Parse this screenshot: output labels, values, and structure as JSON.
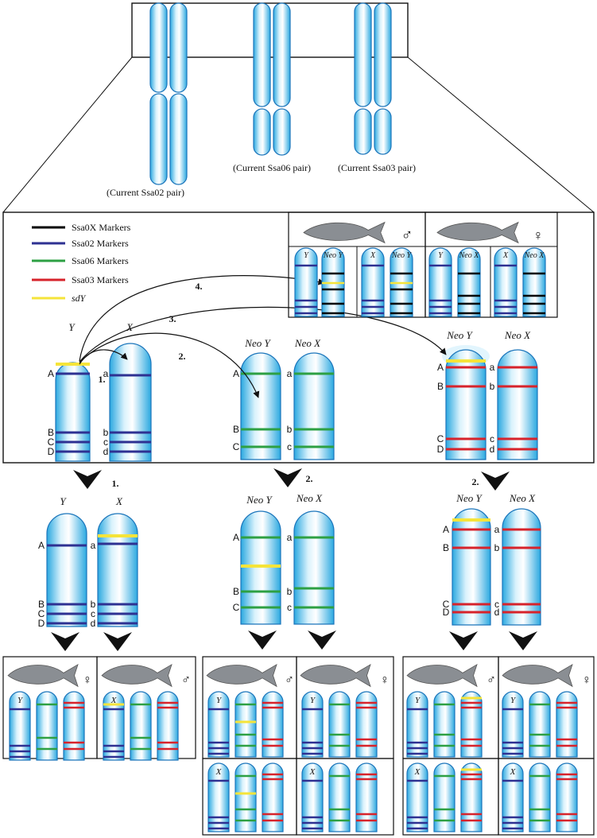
{
  "top_labels": {
    "ssa02": "(Current Ssa02 pair)",
    "ssa06": "(Current Ssa06 pair)",
    "ssa03": "(Current Ssa03 pair)"
  },
  "legend": [
    {
      "label": "Ssa0X Markers",
      "color": "#000000",
      "italic": false
    },
    {
      "label": "Ssa02 Markers",
      "color": "#2e3192",
      "italic": false
    },
    {
      "label": "Ssa06 Markers",
      "color": "#2da043",
      "italic": false
    },
    {
      "label": "Ssa03 Markers",
      "color": "#d7232b",
      "italic": false
    },
    {
      "label": "sdY",
      "color": "#f5e43a",
      "italic": true
    }
  ],
  "chrom_labels": {
    "y": "Y",
    "x": "X",
    "neo_y": "Neo Y",
    "neo_x": "Neo X"
  },
  "marker_letters_upper": [
    "A",
    "B",
    "C",
    "D"
  ],
  "marker_letters_lower": [
    "a",
    "b",
    "c",
    "d"
  ],
  "steps": {
    "s1": "1.",
    "s2": "2.",
    "s3": "3.",
    "s4": "4."
  },
  "sex_symbols": {
    "male": "♂",
    "female": "♀"
  },
  "colors": {
    "chrom_fill": "#5bc6ee",
    "chrom_stroke": "#1b75bb",
    "black": "#000000",
    "blue": "#2e3192",
    "green": "#2da043",
    "red": "#d7232b",
    "yellow": "#f5e43a"
  }
}
